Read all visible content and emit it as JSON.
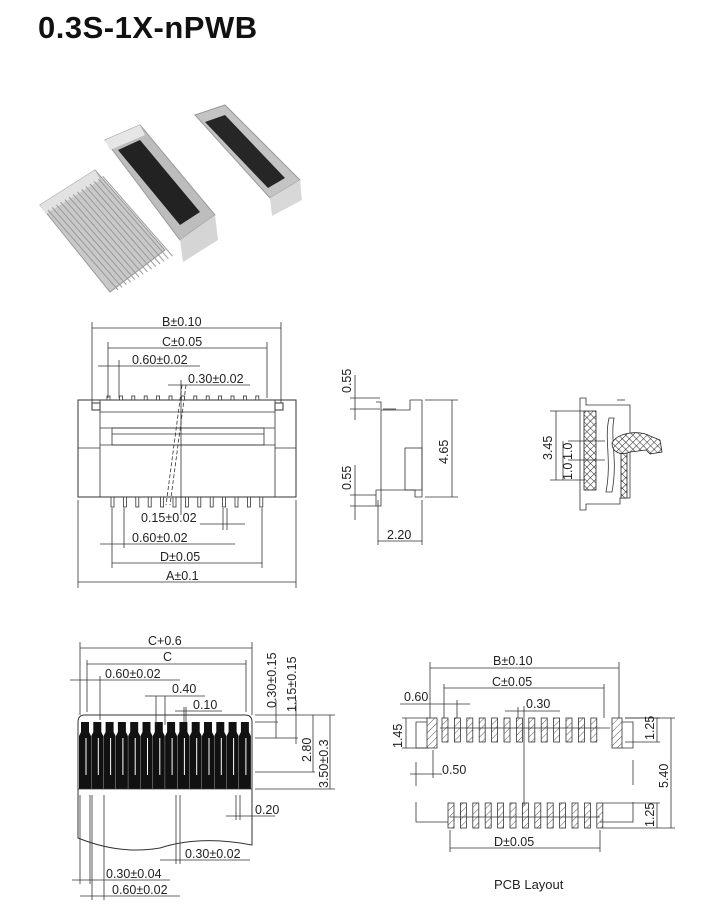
{
  "title": "0.3S-1X-nPWB",
  "front_view": {
    "b": "B±0.10",
    "c": "C±0.05",
    "pitch_top": "0.60±0.02",
    "pin_offset": "0.30±0.02",
    "pin_width": "0.15±0.02",
    "pitch_bottom": "0.60±0.02",
    "d": "D±0.05",
    "a": "A±0.1"
  },
  "side_view": {
    "top_lead": "0.55",
    "bottom_lead": "0.55",
    "height": "4.65",
    "depth": "2.20"
  },
  "section_view": {
    "height": "3.45",
    "dim1": "1.0",
    "dim2": "1.0"
  },
  "fpc": {
    "c_plus": "C+0.6",
    "c": "C",
    "pitch": "0.60±0.02",
    "w040": "0.40",
    "w010": "0.10",
    "t030": "0.30±0.15",
    "t115": "1.15±0.15",
    "h280": "2.80",
    "h350": "3.50±0.3",
    "w020": "0.20",
    "w030_02": "0.30±0.02",
    "w030_04": "0.30±0.04",
    "pitch2": "0.60±0.02"
  },
  "pcb": {
    "b": "B±0.10",
    "c": "C±0.05",
    "w060": "0.60",
    "w030": "0.30",
    "h145": "1.45",
    "h125_top": "1.25",
    "w050": "0.50",
    "h540": "5.40",
    "h125_bottom": "1.25",
    "d": "D±0.05",
    "caption": "PCB Layout"
  }
}
